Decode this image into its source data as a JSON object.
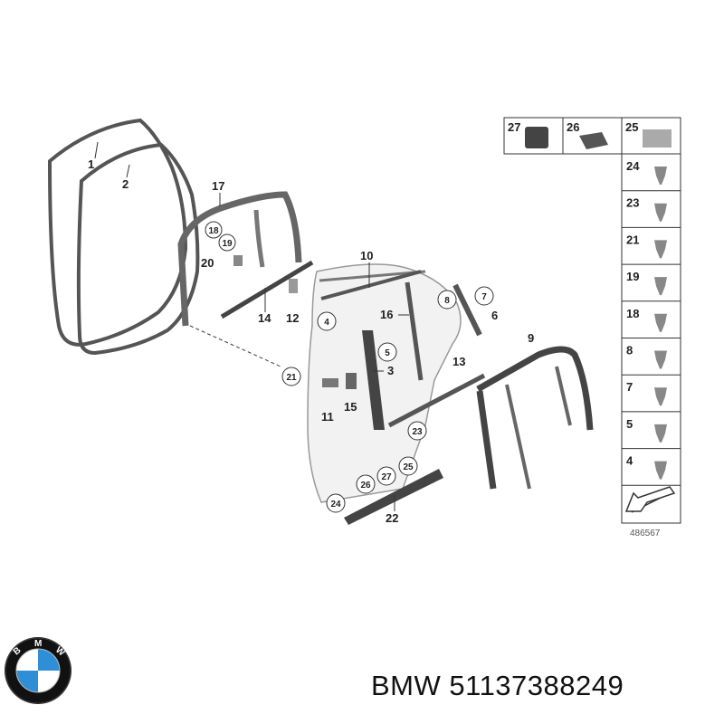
{
  "brand": {
    "name": "BMW",
    "part_number": "51137388249",
    "logo_letters": "BMW",
    "colors": {
      "blue": "#2f8fd6",
      "ring": "#111111"
    }
  },
  "diagram": {
    "reference_number": "486567",
    "labels": {
      "l1": "1",
      "l2": "2",
      "l3": "3",
      "l6": "6",
      "l9": "9",
      "l10": "10",
      "l11": "11",
      "l12": "12",
      "l13": "13",
      "l14": "14",
      "l15": "15",
      "l16": "16",
      "l17": "17",
      "l20": "20",
      "l22": "22"
    },
    "circled": {
      "c4": "4",
      "c5": "5",
      "c7": "7",
      "c8": "8",
      "c18": "18",
      "c19": "19",
      "c21": "21",
      "c23": "23",
      "c24": "24",
      "c25": "25",
      "c26": "26",
      "c27": "27"
    },
    "legend": {
      "top_row": [
        "27",
        "26",
        "25"
      ],
      "column": [
        "24",
        "23",
        "21",
        "19",
        "18",
        "8",
        "7",
        "5",
        "4"
      ]
    }
  }
}
